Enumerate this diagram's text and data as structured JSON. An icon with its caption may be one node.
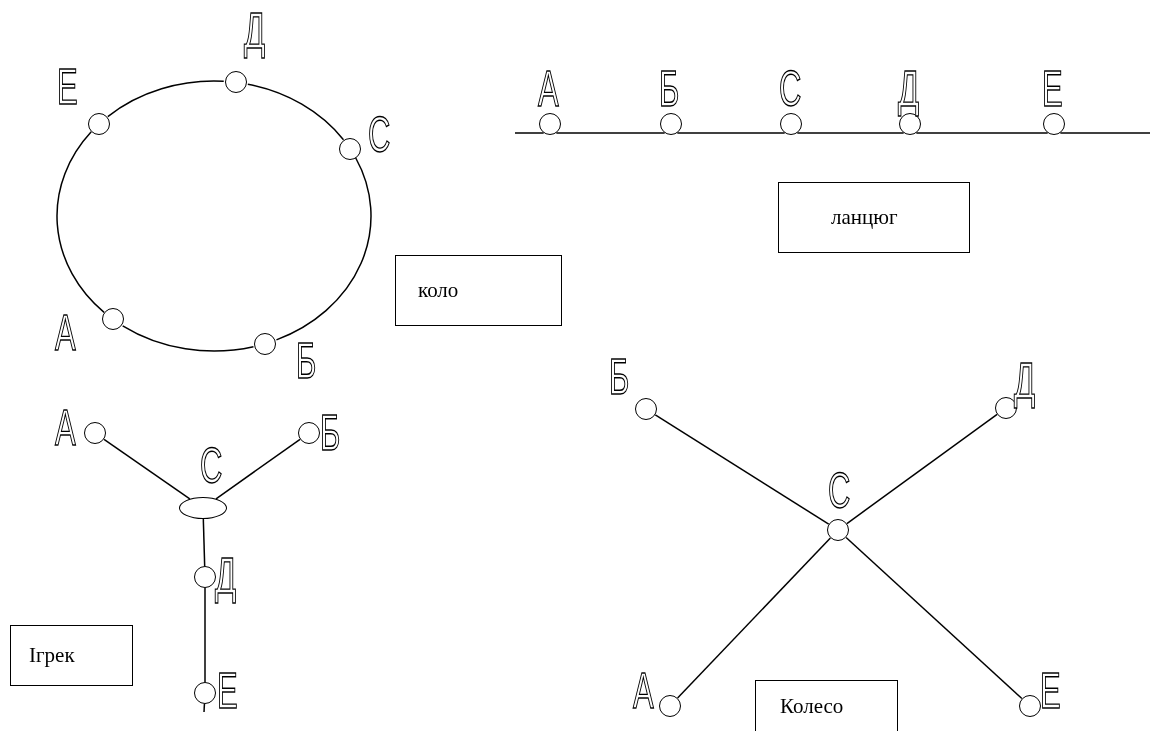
{
  "diagram": {
    "nodes": [
      {
        "text": [],
        "shape": "circle",
        "beside": [
          "Е"
        ]
      },
      {
        "text": [],
        "shape": "circle",
        "beside": [
          "Д"
        ]
      },
      {
        "text": [],
        "shape": "circle",
        "beside": [
          "С"
        ]
      },
      {
        "text": [],
        "shape": "circle",
        "beside": [
          "А"
        ]
      },
      {
        "text": [],
        "shape": "circle",
        "beside": [
          "Б"
        ]
      },
      {
        "text": [
          "коло"
        ]
      },
      {
        "text": [],
        "shape": "circle",
        "beside": [
          "А"
        ]
      },
      {
        "text": [],
        "shape": "circle",
        "beside": [
          "Б"
        ]
      },
      {
        "text": [],
        "shape": "circle",
        "beside": [
          "С"
        ]
      },
      {
        "text": [],
        "shape": "circle",
        "beside": [
          "Д"
        ]
      },
      {
        "text": [],
        "shape": "circle",
        "beside": [
          "Е"
        ]
      },
      {
        "text": [
          "ланцюг"
        ]
      },
      {
        "text": [],
        "shape": "circle",
        "beside": [
          "А"
        ]
      },
      {
        "text": [],
        "shape": "circle",
        "beside": [
          "Б"
        ]
      },
      {
        "text": [],
        "shape": "ellipse",
        "beside": [
          "С"
        ]
      },
      {
        "text": [],
        "shape": "circle",
        "beside": [
          "Д"
        ]
      },
      {
        "text": [],
        "shape": "circle",
        "beside": [
          "Е"
        ]
      },
      {
        "text": [
          "Ігрек"
        ]
      },
      {
        "text": [],
        "shape": "circle",
        "beside": [
          "Б"
        ]
      },
      {
        "text": [],
        "shape": "circle",
        "beside": [
          "Д"
        ]
      },
      {
        "text": [],
        "shape": "circle",
        "beside": [
          "С"
        ]
      },
      {
        "text": [],
        "shape": "circle",
        "beside": [
          "А"
        ]
      },
      {
        "text": [],
        "shape": "circle",
        "beside": [
          "Е"
        ]
      },
      {
        "text": [
          "Колесо"
        ]
      }
    ],
    "edges": [
      {
        "from": 0,
        "to": 1,
        "arrow": "none"
      },
      {
        "from": 1,
        "to": 2,
        "arrow": "none"
      },
      {
        "from": 2,
        "to": 4,
        "arrow": "none"
      },
      {
        "from": 4,
        "to": 3,
        "arrow": "none"
      },
      {
        "from": 3,
        "to": 0,
        "arrow": "none"
      },
      {
        "from": null,
        "to": 6,
        "arrow": "none"
      },
      {
        "from": 6,
        "to": 7,
        "arrow": "none"
      },
      {
        "from": 7,
        "to": 8,
        "arrow": "none"
      },
      {
        "from": 8,
        "to": 9,
        "arrow": "none"
      },
      {
        "from": 9,
        "to": 10,
        "arrow": "none"
      },
      {
        "from": 10,
        "to": null,
        "arrow": "none"
      },
      {
        "from": 12,
        "to": 14,
        "arrow": "none"
      },
      {
        "from": 13,
        "to": 14,
        "arrow": "none"
      },
      {
        "from": 14,
        "to": 15,
        "arrow": "none"
      },
      {
        "from": 15,
        "to": 16,
        "arrow": "none"
      },
      {
        "from": 16,
        "to": null,
        "arrow": "none"
      },
      {
        "from": 20,
        "to": 18,
        "arrow": "none"
      },
      {
        "from": 20,
        "to": 19,
        "arrow": "none"
      },
      {
        "from": 20,
        "to": 21,
        "arrow": "none"
      },
      {
        "from": 20,
        "to": 22,
        "arrow": "none"
      }
    ]
  }
}
